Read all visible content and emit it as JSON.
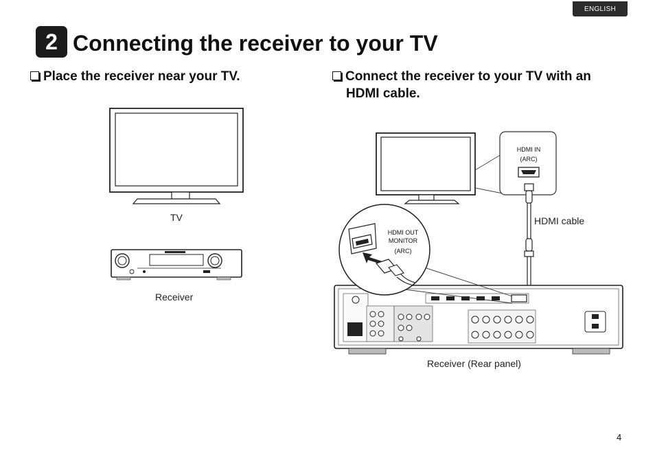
{
  "header": {
    "language_tab": "ENGLISH",
    "step_number": "2",
    "title": "Connecting the receiver to your TV"
  },
  "left_step": {
    "heading": "Place the receiver near your TV.",
    "tv_caption": "TV",
    "receiver_caption": "Receiver"
  },
  "right_step": {
    "heading_line1": "Connect the receiver to your TV with an",
    "heading_line2": "HDMI cable.",
    "tv_port_label": "HDMI IN",
    "tv_port_sub": "(ARC)",
    "receiver_port_label_1": "HDMI OUT",
    "receiver_port_label_2": "MONITOR",
    "receiver_port_sub": "(ARC)",
    "cable_caption": "HDMI cable",
    "rear_panel_caption": "Receiver (Rear panel)"
  },
  "footer": {
    "page_number": "4"
  },
  "icons": [
    "tv-icon",
    "receiver-front-icon",
    "hdmi-port-icon",
    "hdmi-cable-icon",
    "receiver-rear-panel-icon"
  ]
}
